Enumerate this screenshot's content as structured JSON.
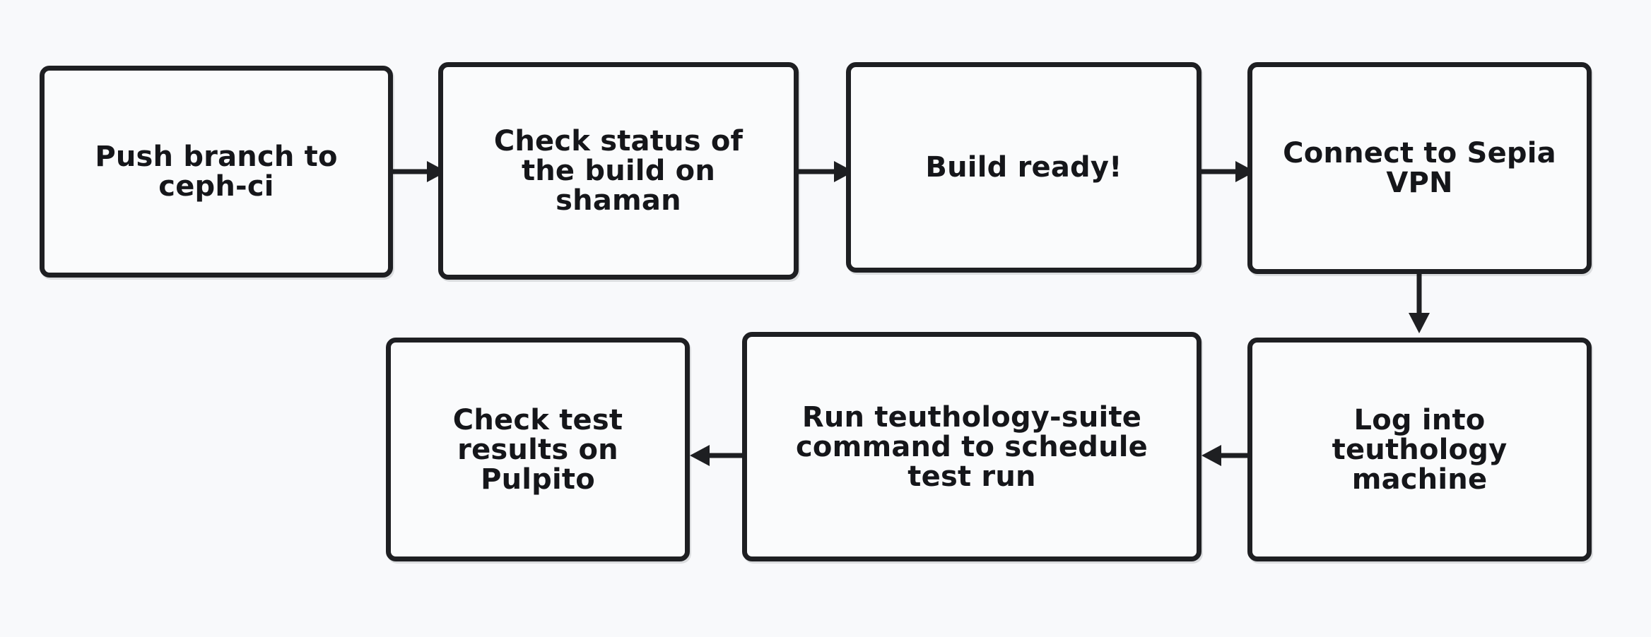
{
  "diagram": {
    "type": "flowchart",
    "title": "",
    "background_color": "#f8f9fb",
    "node_fill_color": "#fafbfc",
    "node_stroke_color": "#1e1f22",
    "edge_color": "#1e1f22",
    "nodes": [
      {
        "id": "push",
        "label": "Push branch to\nceph-ci",
        "row": "top",
        "order": 1
      },
      {
        "id": "shaman",
        "label": "Check status of\nthe build on\nshaman",
        "row": "top",
        "order": 2
      },
      {
        "id": "ready",
        "label": "Build ready!",
        "row": "top",
        "order": 3
      },
      {
        "id": "vpn",
        "label": "Connect to Sepia\nVPN",
        "row": "top",
        "order": 4
      },
      {
        "id": "login",
        "label": "Log into\nteuthology\nmachine",
        "row": "bottom",
        "order": 5
      },
      {
        "id": "runsuite",
        "label": "Run teuthology-suite\ncommand to schedule\ntest run",
        "row": "bottom",
        "order": 6
      },
      {
        "id": "pulpito",
        "label": "Check test\nresults on\nPulpito",
        "row": "bottom",
        "order": 7
      }
    ],
    "edges": [
      {
        "id": "e1",
        "from": "push",
        "to": "shaman",
        "direction": "right"
      },
      {
        "id": "e2",
        "from": "shaman",
        "to": "ready",
        "direction": "right"
      },
      {
        "id": "e3",
        "from": "ready",
        "to": "vpn",
        "direction": "right"
      },
      {
        "id": "e4",
        "from": "vpn",
        "to": "login",
        "direction": "down"
      },
      {
        "id": "e5",
        "from": "login",
        "to": "runsuite",
        "direction": "left"
      },
      {
        "id": "e6",
        "from": "runsuite",
        "to": "pulpito",
        "direction": "left"
      }
    ]
  }
}
